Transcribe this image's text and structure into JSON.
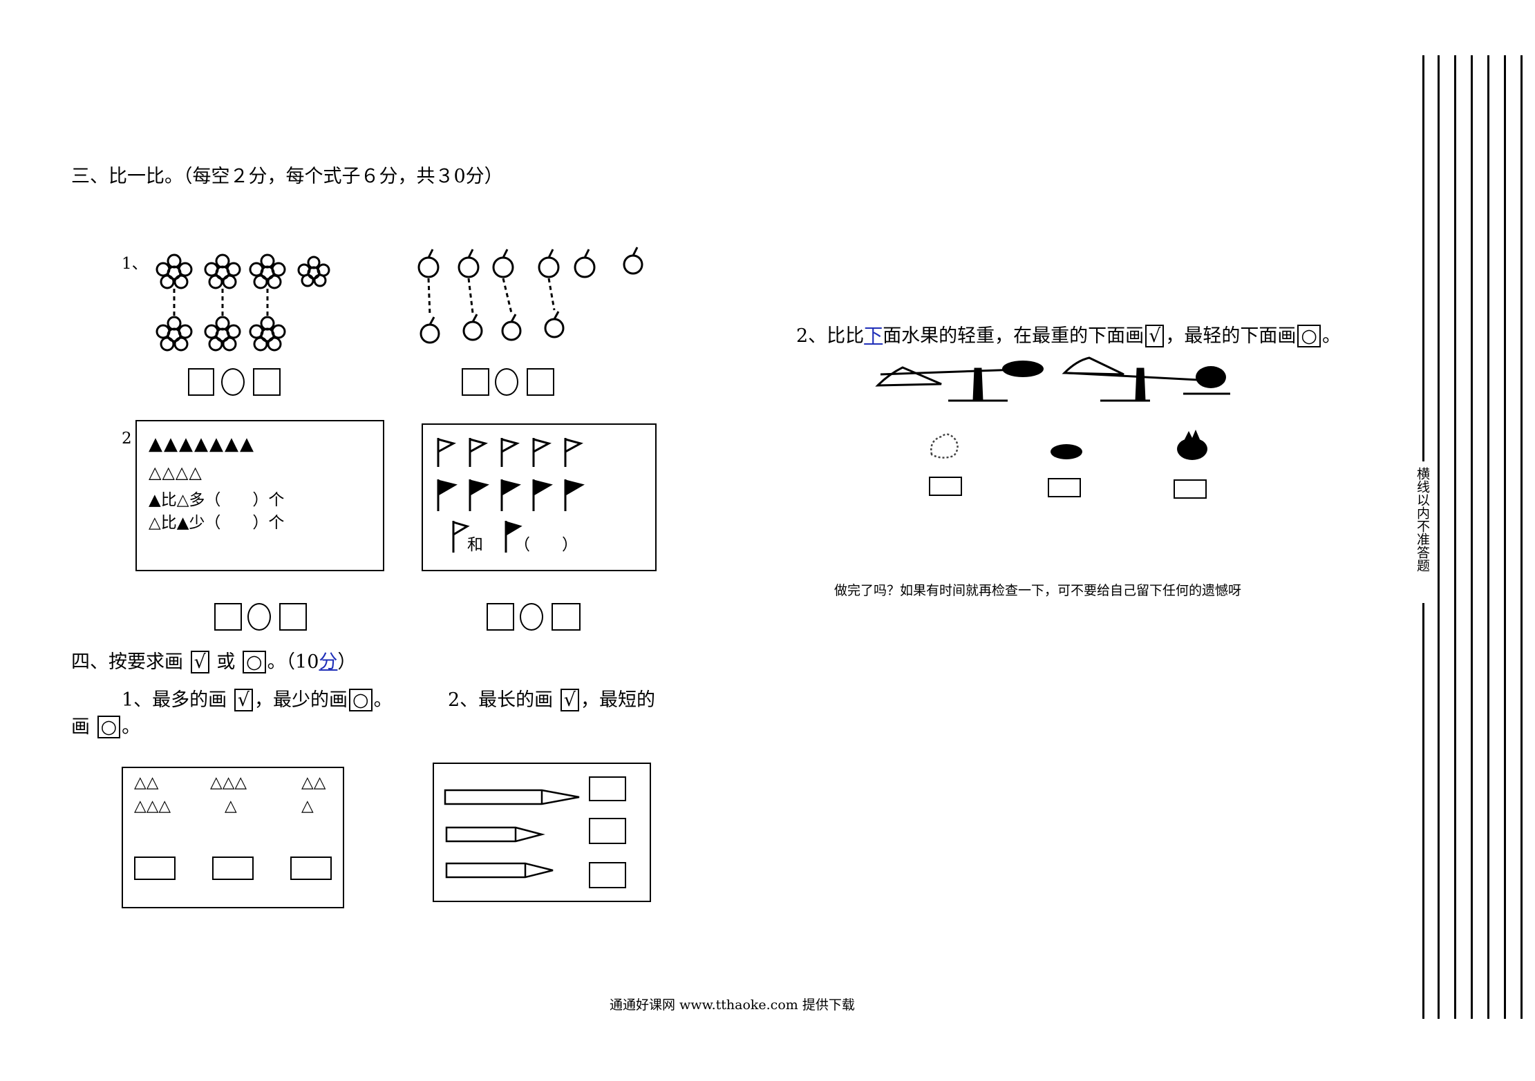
{
  "section3": {
    "title": "三、比一比。（每空２分，每个式子６分，共３0分）",
    "q1_num": "1、",
    "q2_num": "2",
    "tri_row1": "▲▲▲▲▲▲▲",
    "tri_row2": "△△△△",
    "line1": "▲比△多（　　）个",
    "line2": "△比▲少（　　）个",
    "flag_conj": "和",
    "flag_blank": "（　　）"
  },
  "section4": {
    "title_prefix": "四、按要求画",
    "check": "√",
    "or": "或",
    "circle": "○",
    "title_mid": "。（10",
    "title_link": "分",
    "title_end": "）",
    "q1_prefix": "1、最多的画",
    "q1_mid": "，最少的画",
    "q1_end": "。",
    "q2_prefix": "2、最长的画",
    "q2_mid": "，最短的",
    "q2_line2": "画",
    "q2_end": "。",
    "groups": [
      {
        "row1": "△△",
        "row2": "△△△"
      },
      {
        "row1": "△△△",
        "row2": "△"
      },
      {
        "row1": "△△",
        "row2": "△"
      }
    ]
  },
  "right": {
    "q2_prefix": "2、比比",
    "q2_link": "下",
    "q2_mid": "面水果的轻重，在最重的下面画",
    "q2_mid2": "，最轻的下面画",
    "q2_end": "。",
    "note": "做完了吗？如果有时间就再检查一下，可不要给自己留下任何的遗憾呀"
  },
  "margin_text": "横线以内不准答题",
  "footer": "通通好课网  www.tthaoke.com  提供下载"
}
